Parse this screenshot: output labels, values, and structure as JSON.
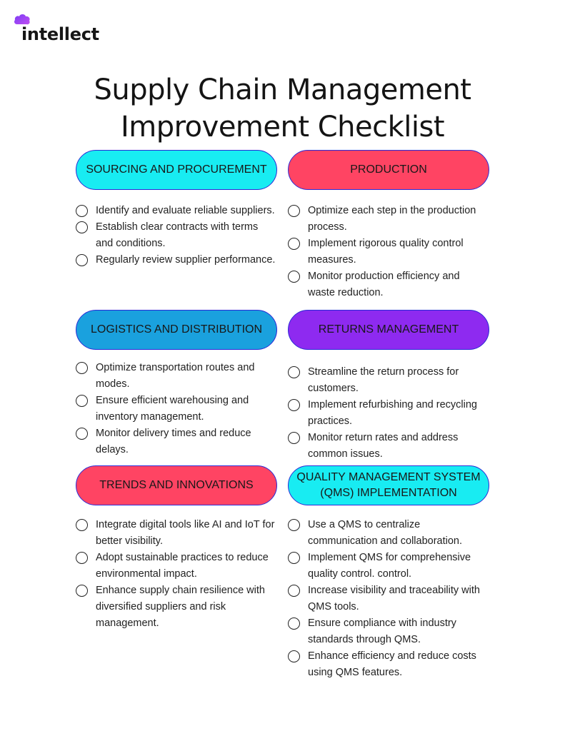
{
  "brand": {
    "name": "intellect"
  },
  "title": {
    "line1": "Supply Chain Management",
    "line2": "Improvement Checklist"
  },
  "colors": {
    "cyan": "#18ecf2",
    "red": "#ff4463",
    "blue": "#1aa1de",
    "purple": "#8e2af0",
    "outline": "#2b2bd6"
  },
  "sections": {
    "sourcing": {
      "title": "SOURCING AND PROCUREMENT",
      "items": [
        "Identify and evaluate reliable suppliers.",
        "Establish clear contracts with terms and conditions.",
        "Regularly review supplier performance."
      ]
    },
    "production": {
      "title": "PRODUCTION",
      "items": [
        "Optimize each step in the production process.",
        "Implement rigorous quality control measures.",
        "Monitor production efficiency and waste reduction."
      ]
    },
    "logistics": {
      "title": "LOGISTICS AND DISTRIBUTION",
      "items": [
        "Optimize transportation routes and modes.",
        "Ensure efficient warehousing and inventory management.",
        "Monitor delivery times and reduce delays."
      ]
    },
    "returns": {
      "title": "RETURNS MANAGEMENT",
      "items": [
        "Streamline the return process for customers.",
        "Implement refurbishing and recycling practices.",
        "Monitor return rates and address common issues."
      ]
    },
    "trends": {
      "title": "TRENDS AND INNOVATIONS",
      "items": [
        "Integrate digital tools like AI and IoT for better visibility.",
        "Adopt sustainable practices to reduce environmental impact.",
        "Enhance supply chain resilience with diversified suppliers and risk management."
      ]
    },
    "qms": {
      "title_line1": "QUALITY MANAGEMENT SYSTEM",
      "title_line2": "(QMS) IMPLEMENTATION",
      "items": [
        "Use a QMS to centralize communication and collaboration.",
        "Implement QMS for comprehensive quality control. control.",
        "Increase visibility and traceability with QMS tools.",
        "Ensure compliance with industry standards through QMS.",
        "Enhance efficiency and reduce costs using QMS features."
      ]
    }
  }
}
